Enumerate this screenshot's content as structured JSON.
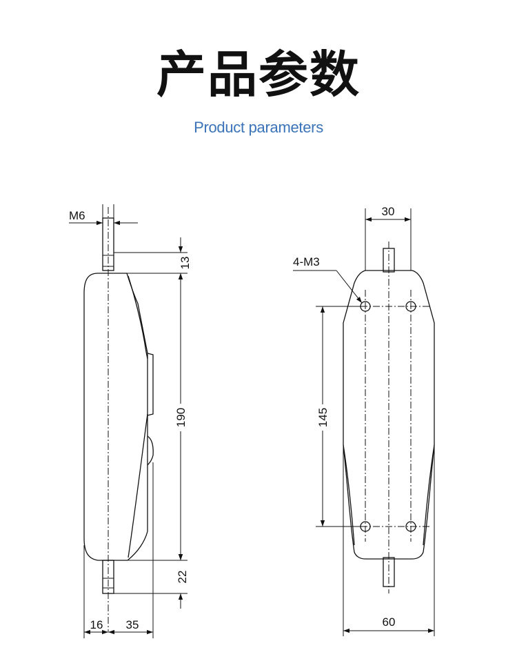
{
  "header": {
    "title": "产品参数",
    "subtitle": "Product parameters"
  },
  "side_view": {
    "thread_label": "M6",
    "top_stud_length": "13",
    "body_length": "190",
    "bottom_stud_length": "22",
    "stud_offset": "16",
    "body_depth": "35"
  },
  "front_view": {
    "top_width": "30",
    "hole_label": "4-M3",
    "hole_spacing": "145",
    "bottom_width": "60"
  },
  "colors": {
    "title": "#111111",
    "subtitle": "#3a73b8",
    "lines": "#111111"
  }
}
